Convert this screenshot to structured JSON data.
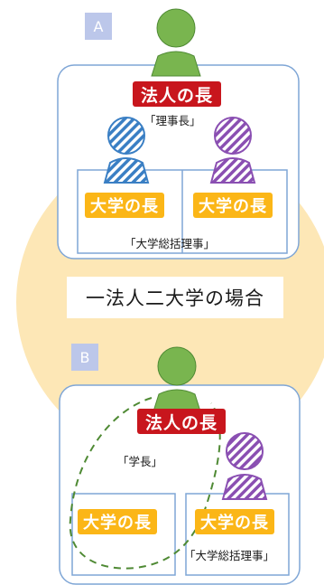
{
  "section_a": {
    "label": "A",
    "head_of_corporation": "法人の長",
    "chairman_caption": "「理事長」",
    "university_head_left": "大学の長",
    "university_head_right": "大学の長",
    "general_director_caption": "「大学総括理事」"
  },
  "center_label": "一法人二大学の場合",
  "section_b": {
    "label": "B",
    "head_of_corporation": "法人の長",
    "president_caption": "「学長」",
    "university_head_left": "大学の長",
    "university_head_right": "大学の長",
    "general_director_caption": "「大学総括理事」"
  },
  "colors": {
    "green_figure": "#79b54f",
    "blue_figure": "#3a7fc4",
    "purple_figure": "#8a4fb2",
    "red_tag": "#c8161d",
    "orange_tag": "#fbb617",
    "circle_bg": "#fde7b6",
    "frame_border": "#7fa6d6",
    "badge_bg": "#bcc7ea",
    "dashed_loop": "#4f8a34"
  },
  "icons": [
    "person-icon"
  ]
}
